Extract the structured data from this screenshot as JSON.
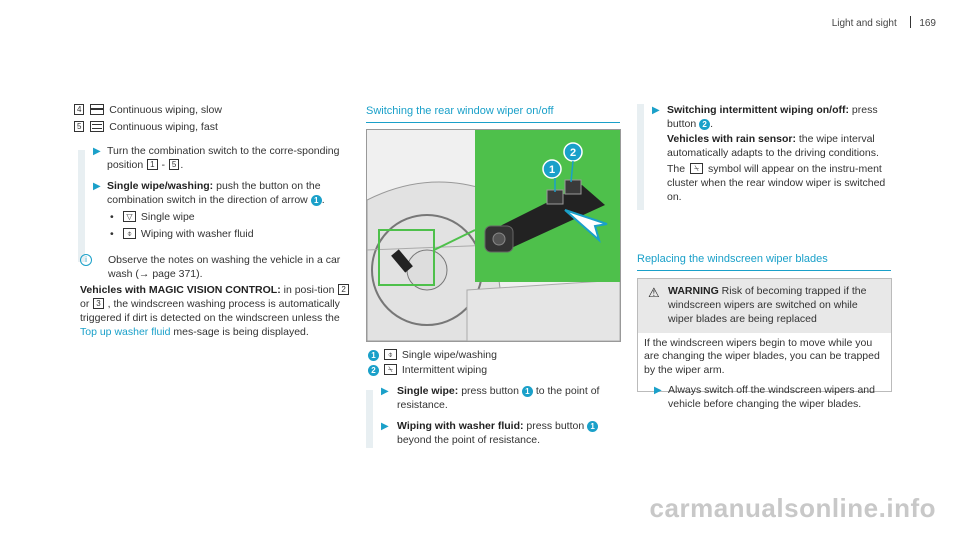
{
  "header": {
    "section": "Light and sight",
    "page_number": "169"
  },
  "col1": {
    "item4_key": "4",
    "item4_text": "Continuous wiping, slow",
    "item5_key": "5",
    "item5_text": "Continuous wiping, fast",
    "step1_text": "Turn the combination switch to the corre-sponding position",
    "step1_range": [
      "1",
      "5"
    ],
    "step2_label": "Single wipe/washing:",
    "step2_text": "push the button on the combination switch in the direction of arrow",
    "step2_num": "1",
    "bullet1": "Single wipe",
    "bullet2": "Wiping with washer fluid",
    "info_text": "Observe the notes on washing the vehicle in a car wash (→ page 371).",
    "magic_label": "Vehicles with MAGIC VISION CONTROL:",
    "magic_text": "in posi-tion",
    "magic_keys": [
      "2",
      "3"
    ],
    "magic_text2": ", the windscreen washing process is automatically triggered if dirt is detected on the windscreen unless the",
    "magic_link": "Top up washer fluid",
    "magic_text3": "mes-sage is being displayed."
  },
  "col2": {
    "heading": "Switching the rear window wiper on/off",
    "caption1": "Single wipe/washing",
    "caption2": "Intermittent wiping",
    "step1_label": "Single wipe:",
    "step1_text": "press button",
    "step1_text2": "to the point of resistance.",
    "step2_label": "Wiping with washer fluid:",
    "step2_text": "press button",
    "step2_text2": "beyond the point of resistance."
  },
  "col3": {
    "step_label": "Switching intermittent wiping on/off:",
    "step_text": "press button",
    "rain_label": "Vehicles with rain sensor:",
    "rain_text": "the wipe interval automatically adapts to the driving conditions.",
    "rain_text2": "The",
    "rain_text3": "symbol will appear on the instru-ment cluster when the rear window wiper is switched on.",
    "heading2": "Replacing the windscreen wiper blades",
    "warning_label": "WARNING",
    "warning_text": "Risk of becoming trapped if the windscreen wipers are switched on while wiper blades are being replaced",
    "warning_body": "If the windscreen wipers begin to move while you are changing the wiper blades, you can be trapped by the wiper arm.",
    "warning_step": "Always switch off the windscreen wipers and vehicle before changing the wiper blades."
  },
  "watermark": "carmanualsonline.info",
  "colors": {
    "accent": "#1aa0c9",
    "bar": "#e8eff2",
    "photo_bg": "#e9e9e9",
    "inset": "#4ec04b"
  }
}
